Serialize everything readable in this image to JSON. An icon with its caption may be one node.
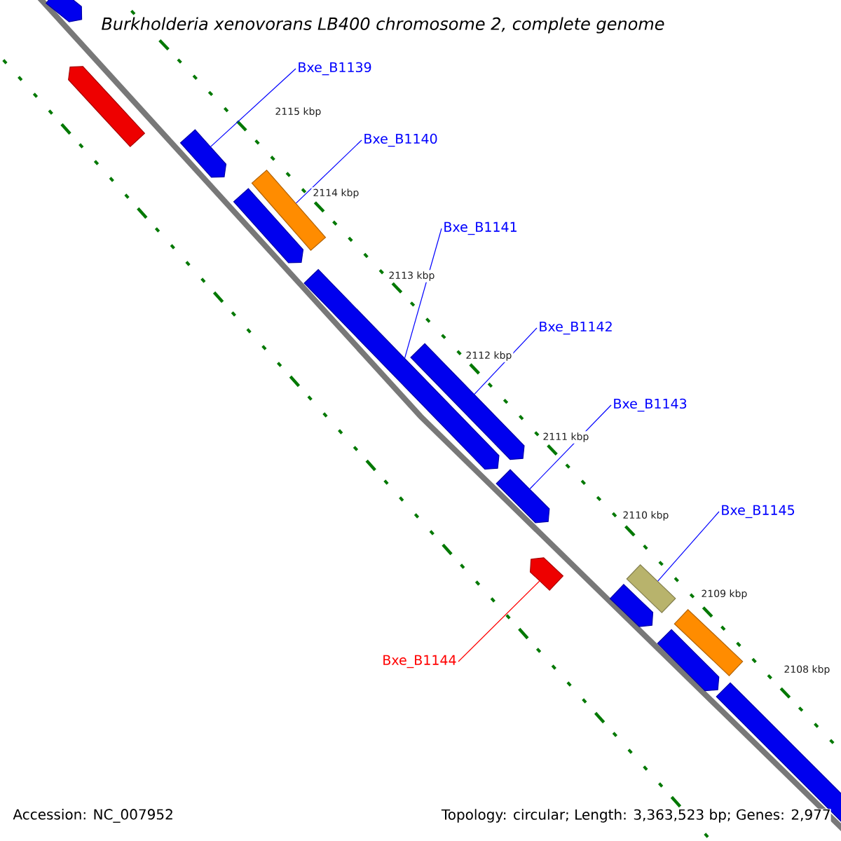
{
  "diagram": {
    "title": "Burkholderia xenovorans LB400 chromosome 2, complete genome",
    "nodes": [
      {
        "text": [
          "Bxe_B1139"
        ]
      },
      {
        "text": [
          "Bxe_B1140"
        ]
      },
      {
        "text": [
          "Bxe_B1141"
        ]
      },
      {
        "text": [
          "Bxe_B1142"
        ]
      },
      {
        "text": [
          "Bxe_B1143"
        ]
      },
      {
        "text": [
          "Bxe_B1145"
        ]
      },
      {
        "text": [
          "Bxe_B1144"
        ]
      },
      {
        "text": [],
        "shape": "pentagon"
      },
      {
        "text": [],
        "shape": "pentagon"
      },
      {
        "text": [],
        "shape": "pentagon"
      },
      {
        "text": [],
        "shape": "box"
      },
      {
        "text": [],
        "shape": "pentagon"
      },
      {
        "text": [],
        "shape": "pentagon"
      },
      {
        "text": [],
        "shape": "pentagon"
      },
      {
        "text": [],
        "shape": "pentagon"
      },
      {
        "text": [],
        "shape": "pentagon"
      },
      {
        "text": [],
        "shape": "box"
      },
      {
        "text": [],
        "shape": "pentagon"
      },
      {
        "text": [],
        "shape": "box"
      },
      {
        "text": [],
        "shape": "pentagon"
      },
      {
        "text": [],
        "shape": "pentagon"
      }
    ],
    "edges": [
      {
        "from": 0,
        "to": 9,
        "arrow": "none"
      },
      {
        "from": 1,
        "to": 10,
        "arrow": "none"
      },
      {
        "from": 2,
        "to": 12,
        "arrow": "none"
      },
      {
        "from": 3,
        "to": 13,
        "arrow": "none"
      },
      {
        "from": 4,
        "to": 14,
        "arrow": "none"
      },
      {
        "from": 5,
        "to": 16,
        "arrow": "none"
      },
      {
        "from": 6,
        "to": 15,
        "arrow": "none",
        "color": "#ff0000"
      }
    ],
    "labels": [
      "2115 kbp",
      "2114 kbp",
      "2113 kbp",
      "2112 kbp",
      "2111 kbp",
      "2110 kbp",
      "2109 kbp",
      "2108 kbp",
      "Accession: NC_007952",
      "Topology: circular; Length: 3,363,523 bp; Genes: 2,977"
    ]
  }
}
